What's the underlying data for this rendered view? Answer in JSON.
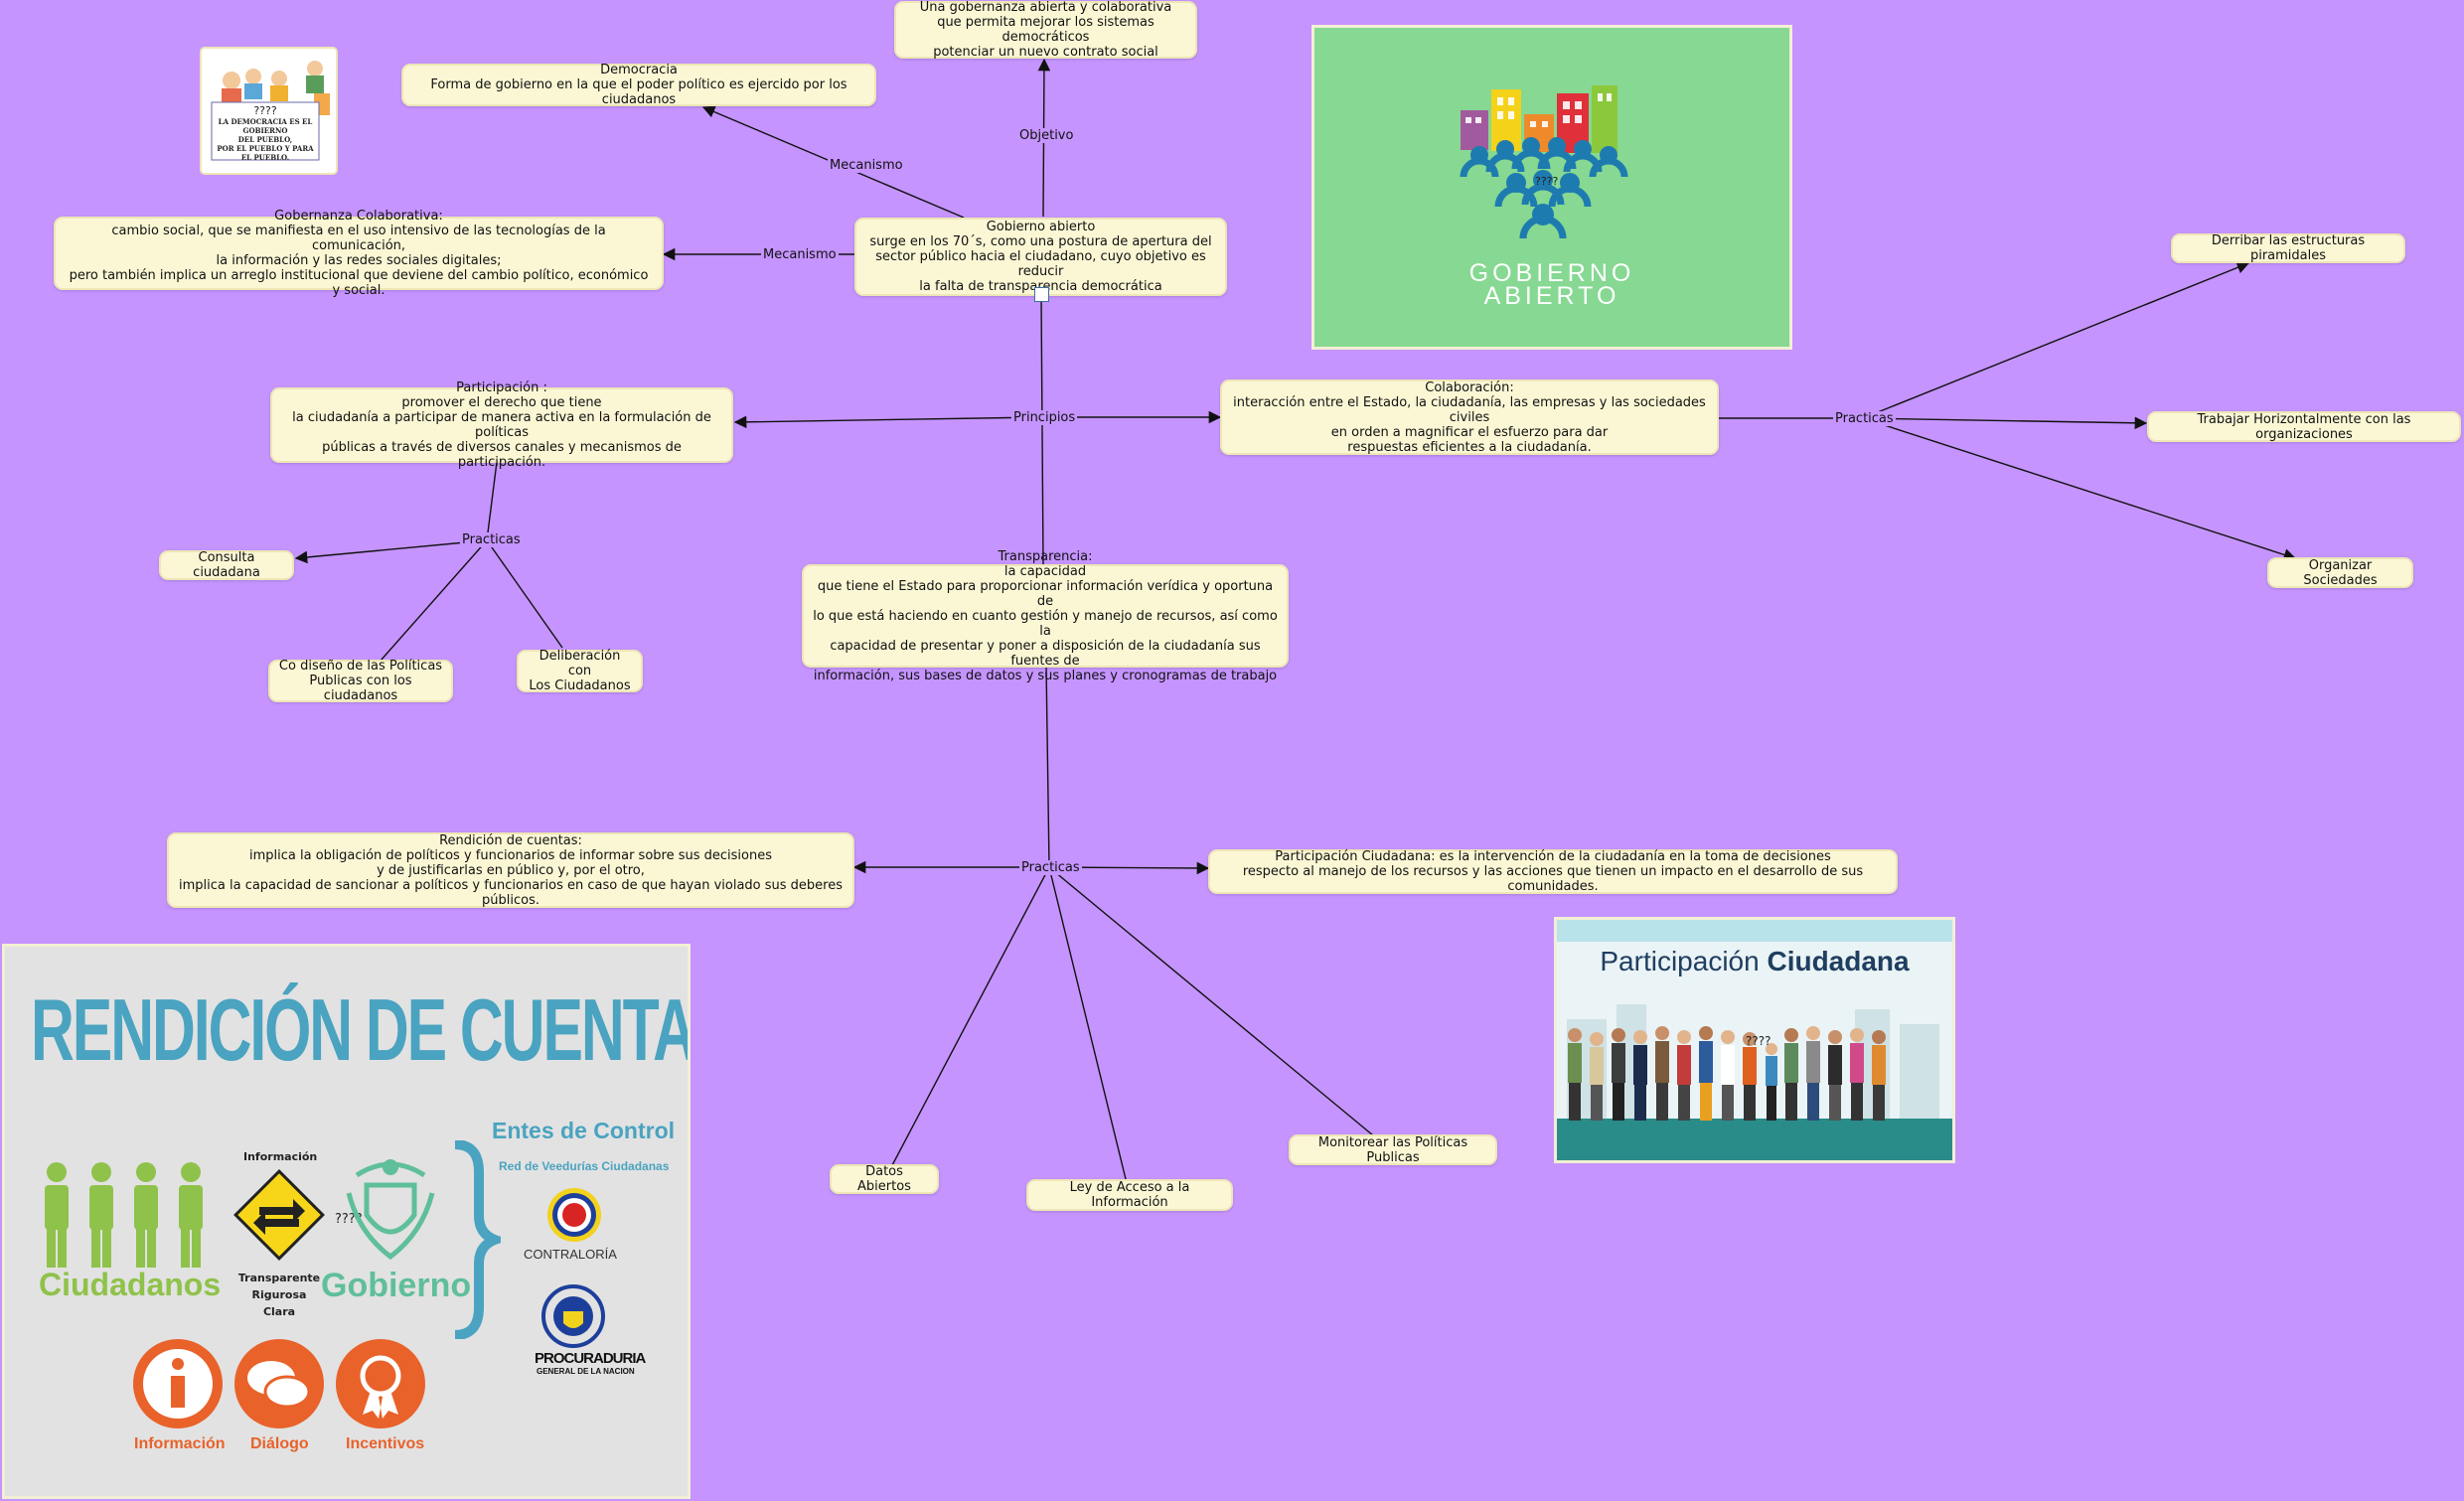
{
  "colors": {
    "background": "#c594fe",
    "node_fill": "#fbf7d5",
    "node_border": "#ede6b6",
    "link": "#111111"
  },
  "nodes": {
    "gobierno_abierto": "Gobierno abierto\nsurge en los 70´s, como una postura de apertura del\nsector público hacia el ciudadano, cuyo objetivo es reducir\nla falta de transparencia democrática",
    "objetivo_text": "Una gobernanza abierta y colaborativa\nque permita mejorar los sistemas democráticos\npotenciar un nuevo contrato social",
    "democracia": "Democracia\nForma de gobierno en la que el poder político es ejercido por los ciudadanos",
    "gobernanza": "Gobernanza Colaborativa:\ncambio social, que se manifiesta en el uso intensivo de las tecnologías de la comunicación,\nla información y las redes sociales digitales;\npero también implica un arreglo institucional que deviene del cambio político, económico y social.",
    "participacion": "Participación :\npromover el derecho que tiene\nla ciudadanía a participar de manera activa en la formulación de políticas\npúblicas a través de diversos canales y mecanismos de participación.",
    "colaboracion": "Colaboración:\ninteracción entre el Estado, la ciudadanía, las empresas y las sociedades civiles\nen orden a magnificar el esfuerzo para dar\nrespuestas eficientes a la ciudadanía.",
    "transparencia": "Transparencia:\nla capacidad\nque tiene el Estado para proporcionar información verídica y oportuna de\nlo que está haciendo en cuanto gestión y manejo de recursos, así como la\ncapacidad de presentar y poner a disposición de la ciudadanía sus fuentes de\ninformación, sus bases de datos y sus planes y cronogramas de trabajo",
    "consulta": "Consulta ciudadana",
    "codiseno": "Co diseño de las Políticas\nPublicas con los ciudadanos",
    "deliberacion": "Deliberación  con\nLos Ciudadanos",
    "derribar": "Derribar las estructuras piramidales",
    "trabajar": "Trabajar Horizontalmente con las organizaciones",
    "organizar": "Organizar Sociedades",
    "rendicion": "Rendición de cuentas:\nimplica la obligación de políticos y funcionarios de informar sobre sus decisiones\ny de justificarlas en público y, por el otro,\nimplica la capacidad de sancionar a políticos y funcionarios en caso de que hayan violado sus deberes públicos.",
    "participacion_ciudadana": "Participación Ciudadana: es la intervención de la ciudadanía en la toma de decisiones\nrespecto al manejo de los recursos y las acciones que tienen un impacto en el desarrollo de sus comunidades.",
    "datos_abiertos": "Datos Abiertos",
    "ley_acceso": "Ley de Acceso a la Información",
    "monitorear": "Monitorear las Políticas Publicas"
  },
  "links": {
    "objetivo": "Objetivo",
    "mecanismo_1": "Mecanismo",
    "mecanismo_2": "Mecanismo",
    "principios": "Principios",
    "practicas_participacion": "Practicas",
    "practicas_colaboracion": "Practicas",
    "practicas_transparencia": "Practicas"
  },
  "images": {
    "democracia_card": {
      "unknown": "????",
      "lines": [
        "LA DEMOCRACIA ES EL GOBIERNO",
        "DEL PUEBLO,",
        "POR EL PUEBLO Y PARA EL PUEBLO."
      ]
    },
    "gobierno_logo": {
      "unknown": "????",
      "line1": "GOBIERNO",
      "line2": "ABIERTO"
    },
    "rendicion_poster": {
      "title": "RENDICIÓN DE CUENTAS",
      "ciudadanos": "Ciudadanos",
      "informacion_top": "Información",
      "transparente": "Transparente",
      "rigurosa": "Rigurosa",
      "clara": "Clara",
      "unknown": "????",
      "gobierno": "Gobierno",
      "entes": "Entes de Control",
      "red": "Red de Veedurías Ciudadanas",
      "contraloria": "CONTRALORÍA",
      "procuraduria": "PROCURADURIA",
      "procuraduria_sub": "GENERAL DE LA NACION",
      "icon_informacion": "Información",
      "icon_dialogo": "Diálogo",
      "icon_incentivos": "Incentivos"
    },
    "participacion_banner": {
      "title_plain": "Participación",
      "title_bold": "Ciudadana",
      "unknown": "????"
    }
  }
}
